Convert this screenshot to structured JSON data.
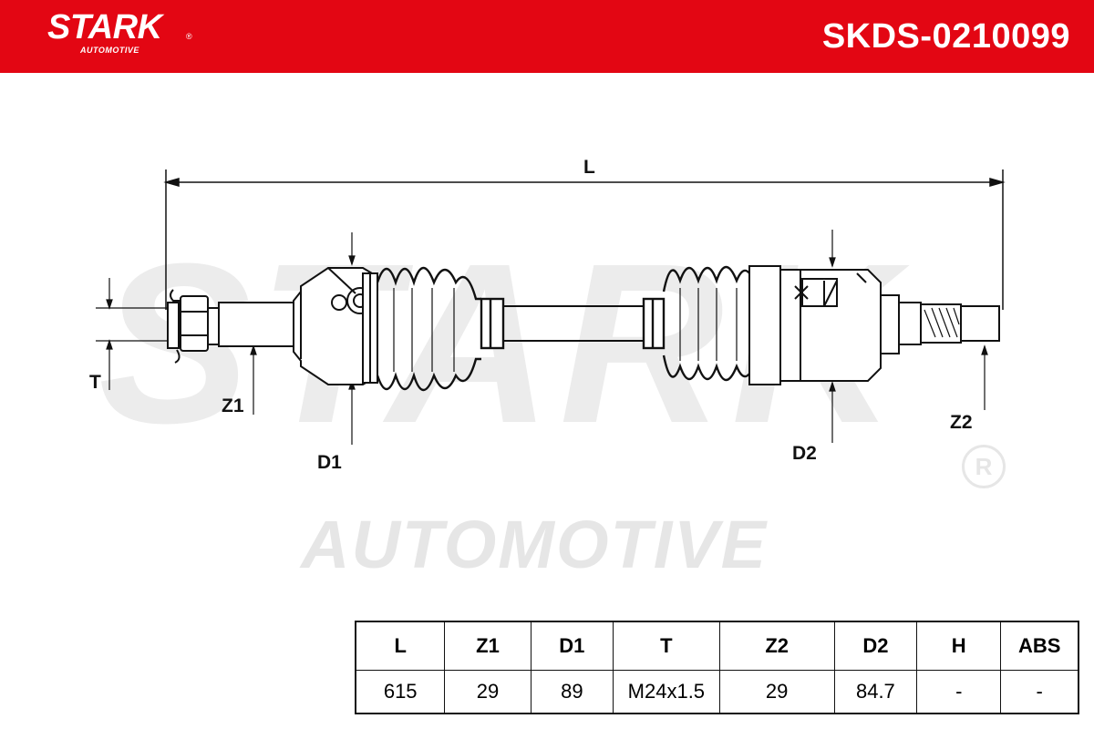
{
  "header": {
    "brand": "STARK",
    "brand_reg": "®",
    "brand_sub": "AUTOMOTIVE",
    "part_number": "SKDS-0210099",
    "bg_color": "#e30613"
  },
  "watermark": {
    "brand": "STARK",
    "sub": "AUTOMOTIVE",
    "reg": "R"
  },
  "dimensions": {
    "L": "L",
    "T": "T",
    "Z1": "Z1",
    "D1": "D1",
    "D2": "D2",
    "Z2": "Z2"
  },
  "spec_table": {
    "headers": [
      "L",
      "Z1",
      "D1",
      "T",
      "Z2",
      "D2",
      "H",
      "ABS"
    ],
    "values": [
      "615",
      "29",
      "89",
      "M24x1.5",
      "29",
      "84.7",
      "-",
      "-"
    ]
  }
}
